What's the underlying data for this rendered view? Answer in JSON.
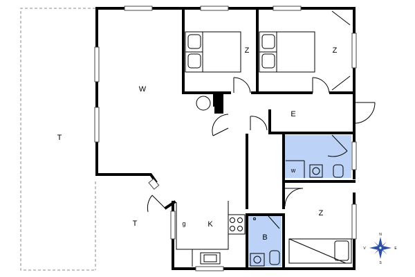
{
  "colors": {
    "wall": "#000000",
    "bathroom_fill": "#bcd3f7",
    "terrace_outline": "#8a8a8a",
    "compass_blue": "#2d4fa3"
  },
  "rooms": {
    "terrace_west": "T",
    "living_room": "W",
    "bedroom_north_left": "Z",
    "bedroom_north_right": "Z",
    "entrance": "E",
    "washer": "w",
    "terrace_south": "T",
    "garage_storage": "g",
    "kitchen": "K",
    "bathroom": "B",
    "bedroom_south": "Z"
  },
  "compass": {
    "north": "N",
    "south": "S",
    "east": "E",
    "west": "V",
    "icon": "compass-rose-icon"
  }
}
